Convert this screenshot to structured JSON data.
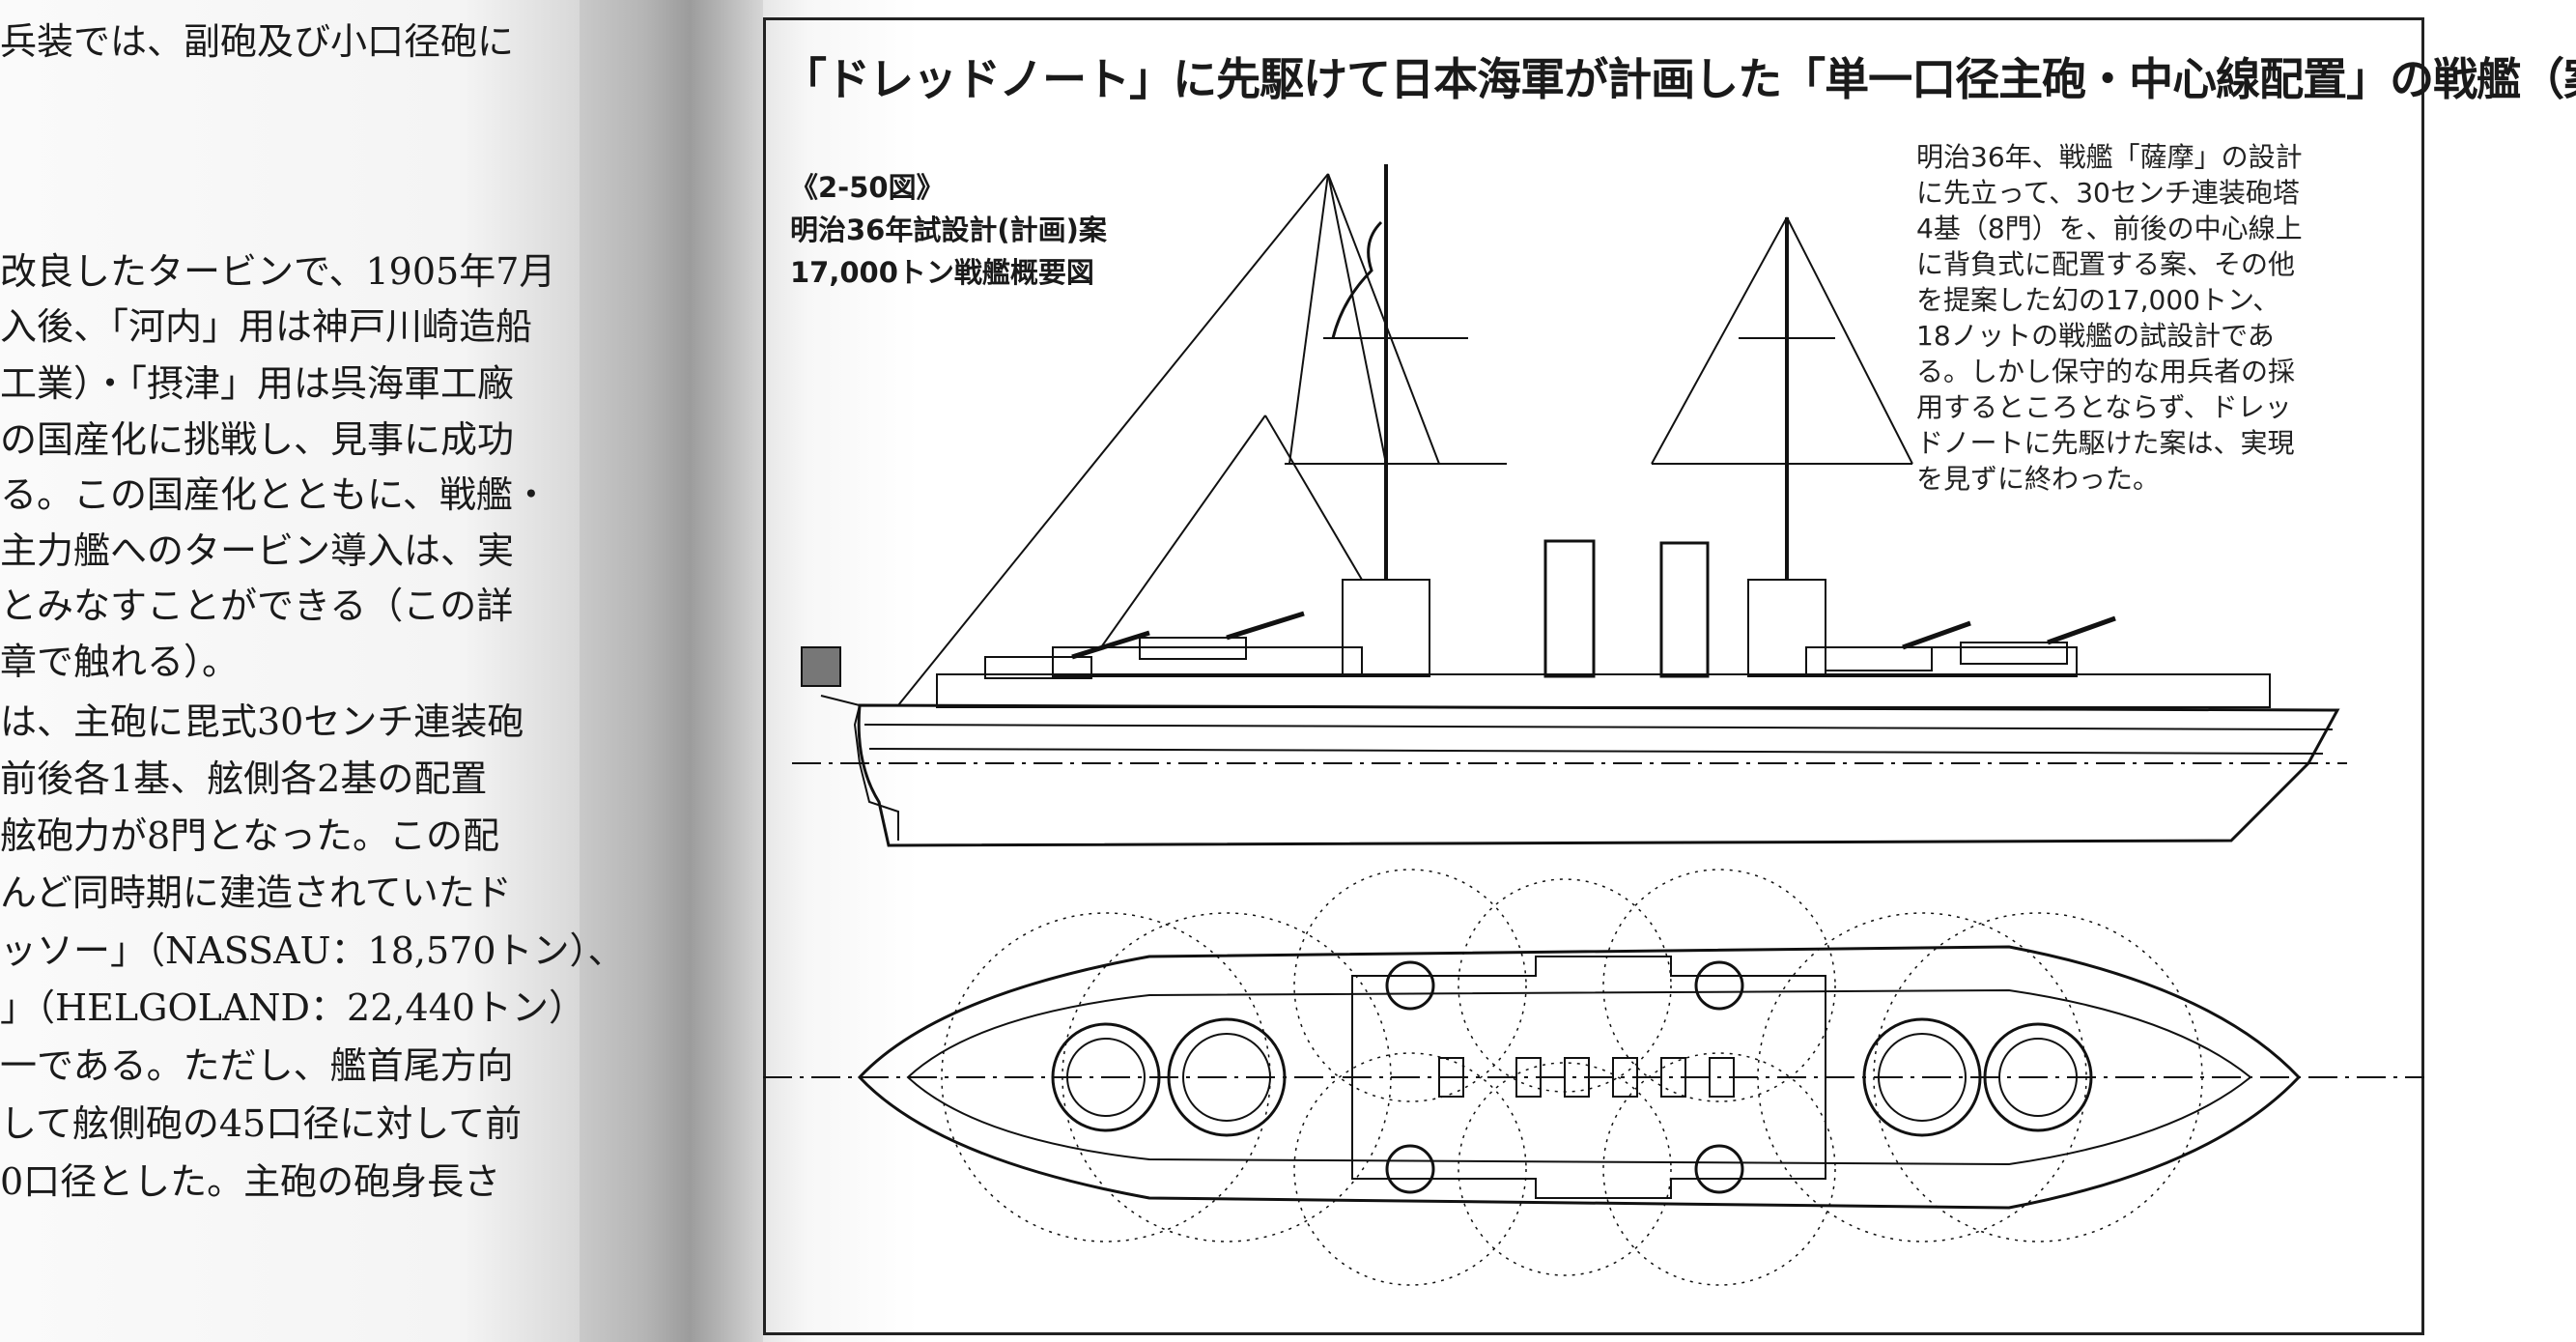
{
  "left_page": {
    "lines": [
      "兵装では、副砲及び小口径砲に",
      "改良したタービンで、1905年7月",
      "入後、「河内」用は神戸川崎造船",
      "工業）・「摂津」用は呉海軍工廠",
      "の国産化に挑戦し、見事に成功",
      "る。この国産化とともに、戦艦・",
      "主力艦へのタービン導入は、実",
      "とみなすことができる（この詳",
      "章で触れる）。",
      "は、主砲に毘式30センチ連装砲",
      "前後各1基、舷側各2基の配置",
      "舷砲力が8門となった。この配",
      "んど同時期に建造されていたド",
      "ッソー」（NASSAU：18,570トン）、",
      "」（HELGOLAND：22,440トン）",
      "一である。ただし、艦首尾方向",
      "して舷側砲の45口径に対して前",
      "0口径とした。主砲の砲身長さ"
    ]
  },
  "figure": {
    "title": "「ドレッドノート」に先駆けて日本海軍が計画した「単一口径主砲・中心線配置」の戦艦（案）",
    "label_lines": [
      "《2-50図》",
      "明治36年試設計(計画)案",
      "17,000トン戦艦概要図"
    ],
    "caption_lines": [
      "明治36年、戦艦「薩摩」の設計",
      "に先立って、30センチ連装砲塔",
      "4基（8門）を、前後の中心線上",
      "に背負式に配置する案、その他",
      "を提案した幻の17,000トン、",
      "18ノットの戦艦の試設計であ",
      "る。しかし保守的な用兵者の採",
      "用するところとならず、ドレッ",
      "ドノートに先駆けた案は、実現",
      "を見ずに終わった。"
    ]
  }
}
